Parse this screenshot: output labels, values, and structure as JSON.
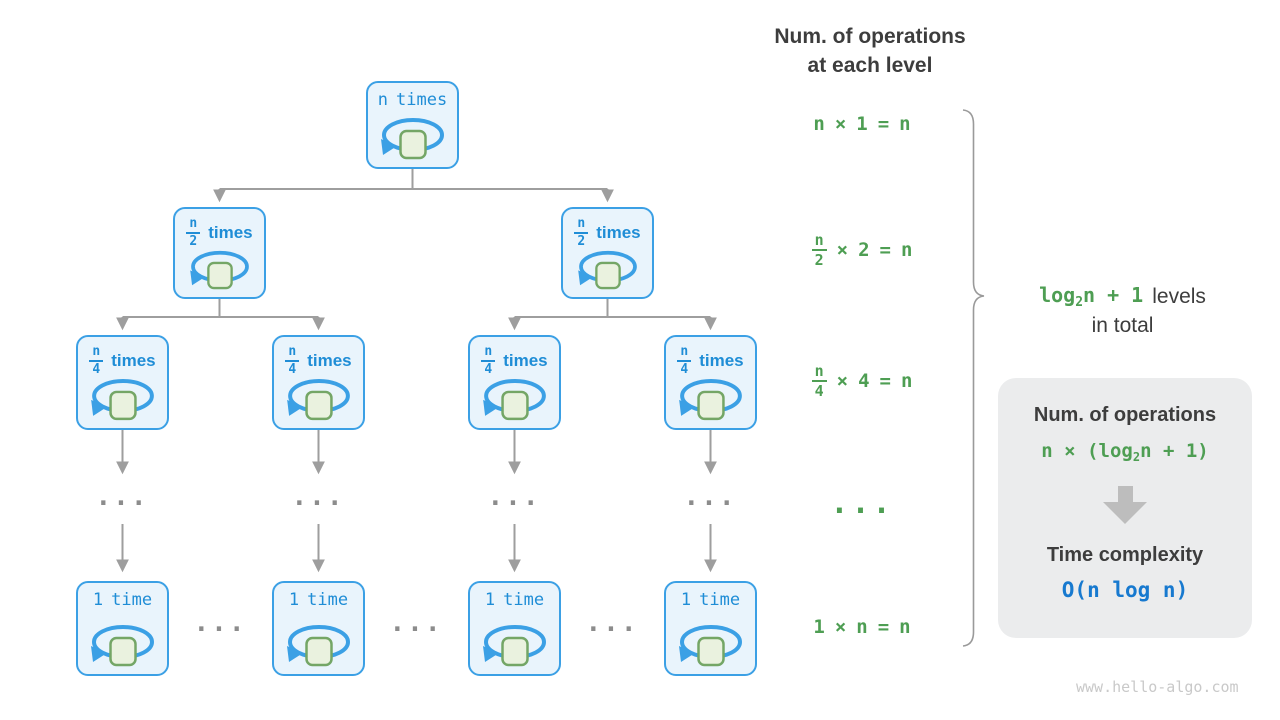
{
  "colors": {
    "node_border_blue": "#3ba0e5",
    "node_fill_blue": "#e9f4fc",
    "node_text_blue": "#1f8dd6",
    "loop_square_fill": "#eaf2df",
    "loop_square_border": "#74a666",
    "connector_gray": "#9e9e9e",
    "formula_green": "#4e9e53",
    "heading_dark": "#3d3d3d",
    "panel_bg": "#ebeced",
    "panel_arrow_gray": "#bdbdbd",
    "result_blue": "#1779cf",
    "watermark_gray": "#c9c9c9"
  },
  "header": {
    "line1": "Num. of operations",
    "line2": "at each level"
  },
  "tree": {
    "root_label": {
      "value": "n",
      "unit": "times"
    },
    "half_label": {
      "num": "n",
      "den": "2",
      "unit": "times"
    },
    "quarter_label": {
      "num": "n",
      "den": "4",
      "unit": "times"
    },
    "leaf_label": {
      "value": "1",
      "unit": "time"
    },
    "ellipsis": "..."
  },
  "formulas": {
    "row1": {
      "lhs": "n",
      "op": "×",
      "rhs": "1",
      "eq": "=",
      "res": "n"
    },
    "row2": {
      "num": "n",
      "den": "2",
      "op": "×",
      "rhs": "2",
      "eq": "=",
      "res": "n"
    },
    "row3": {
      "num": "n",
      "den": "4",
      "op": "×",
      "rhs": "4",
      "eq": "=",
      "res": "n"
    },
    "ellipsis": "...",
    "row5": {
      "lhs": "1",
      "op": "×",
      "rhs": "n",
      "eq": "=",
      "res": "n"
    }
  },
  "levels_note": {
    "log": "log",
    "sub": "2",
    "expr": "n + 1",
    "text": "levels",
    "line2": "in total"
  },
  "panel": {
    "title1": "Num. of operations",
    "formula": {
      "pre": "n × (",
      "log": "log",
      "sub": "2",
      "post": "n + 1)"
    },
    "title2": "Time complexity",
    "result": "O(n log n)"
  },
  "watermark": "www.hello-algo.com"
}
